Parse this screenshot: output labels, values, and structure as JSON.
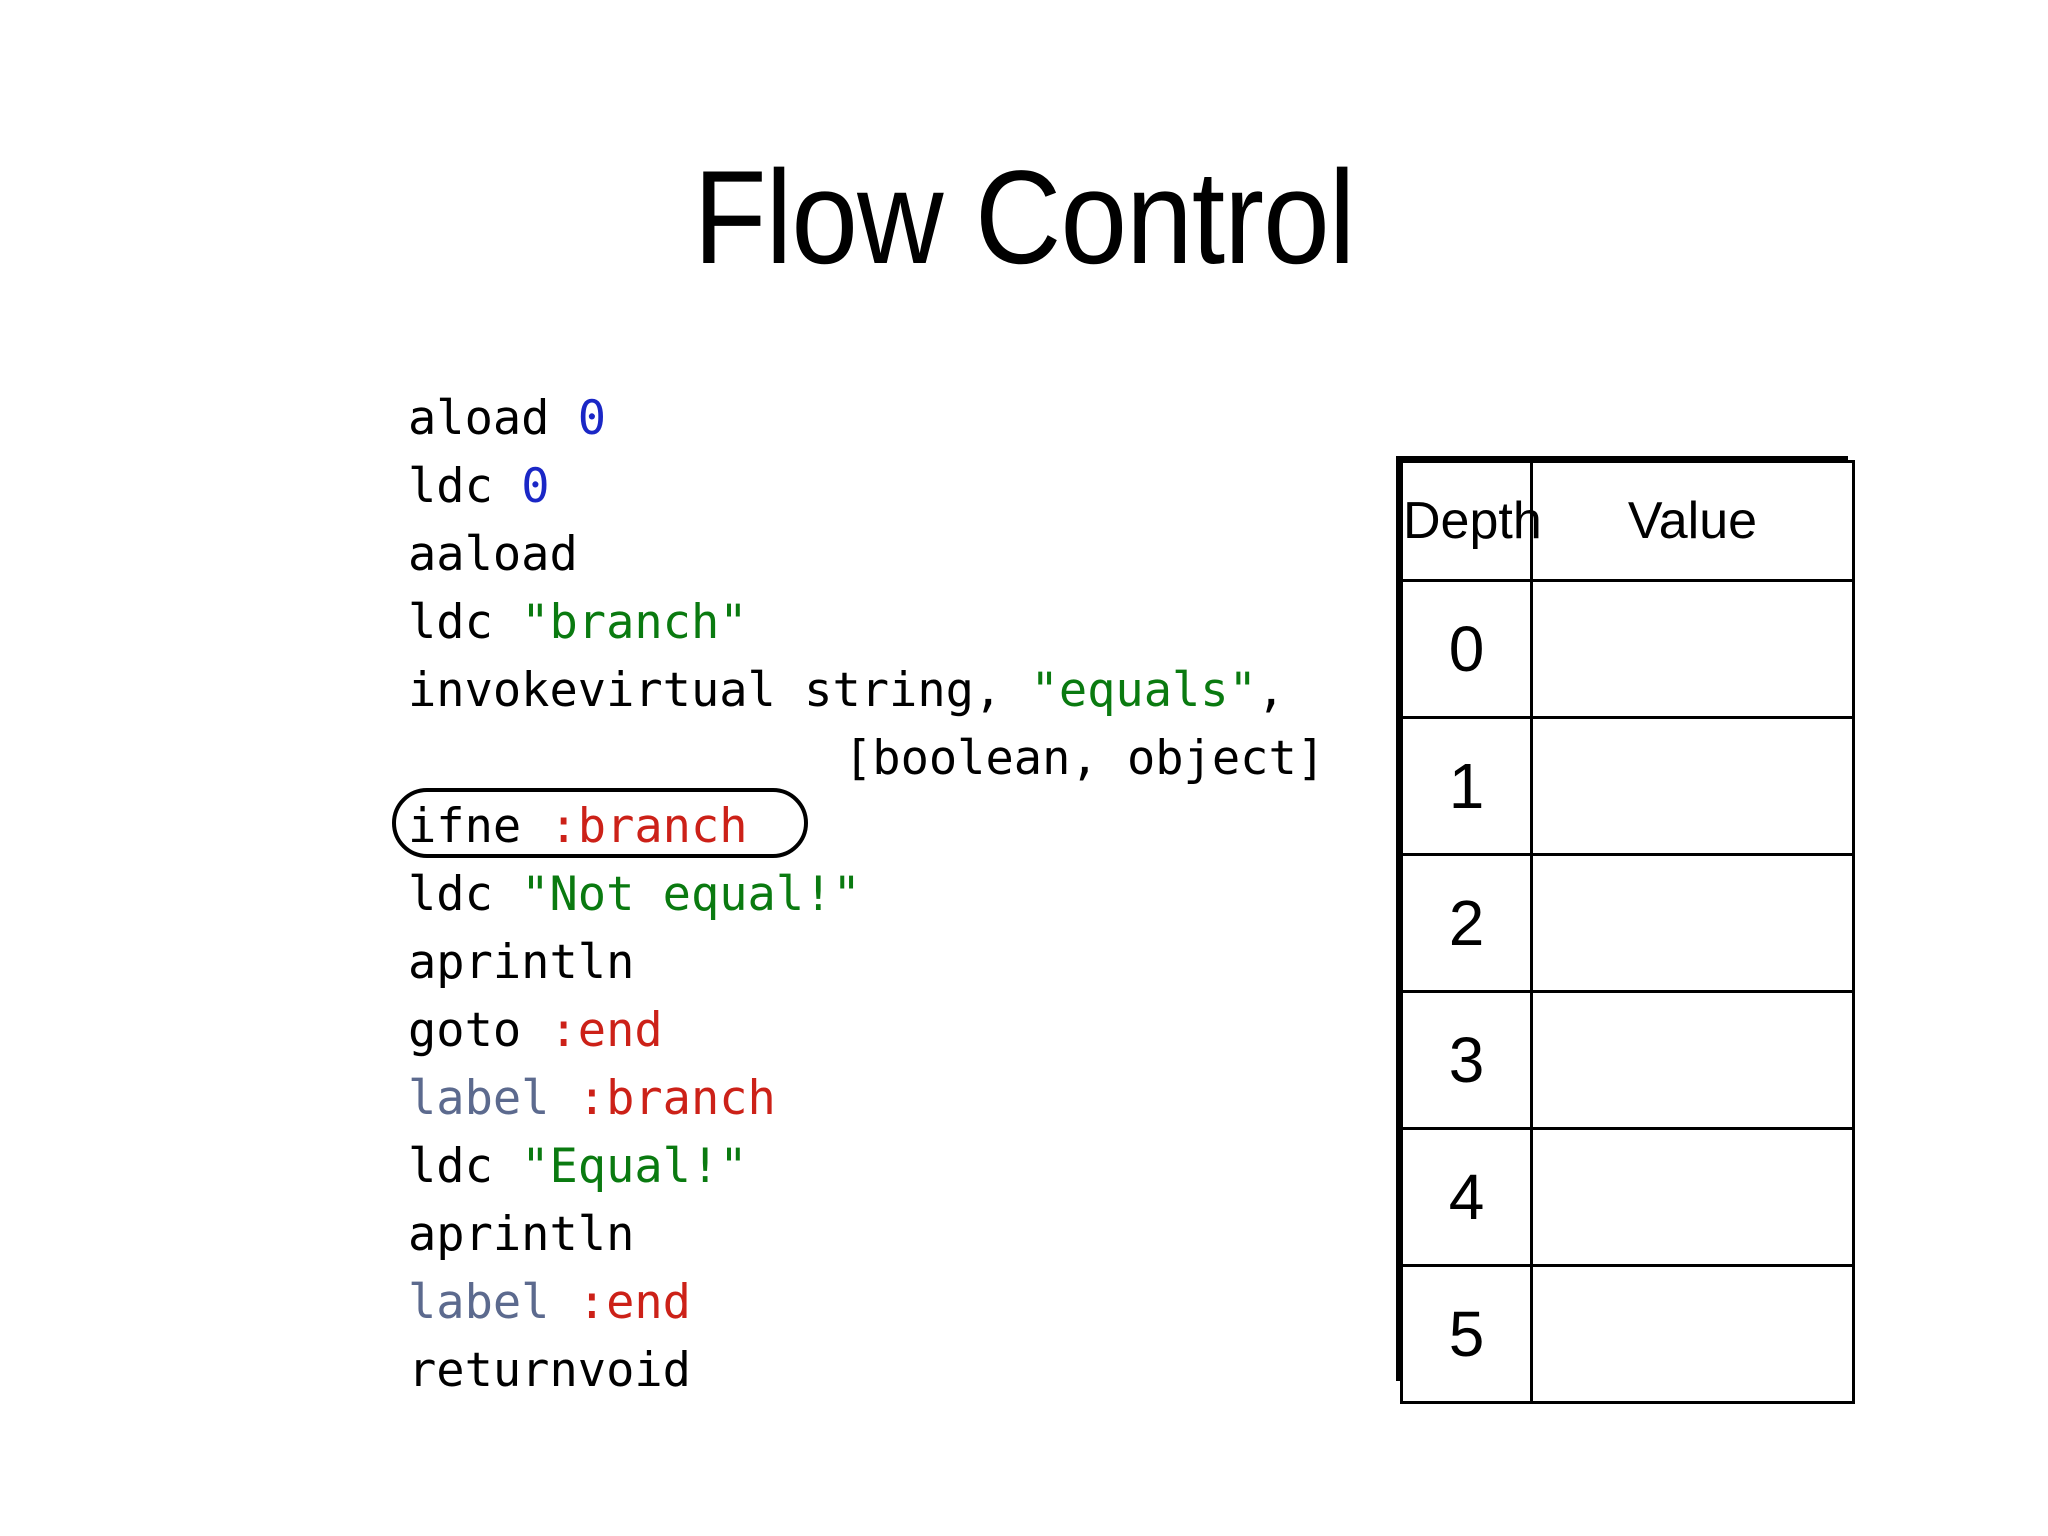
{
  "slide": {
    "title": "Flow Control",
    "background_color": "#ffffff"
  },
  "colors": {
    "number": "#1a27c6",
    "string": "#0a7a10",
    "label_ref": "#cc2118",
    "keyword": "#5c6a8e",
    "text": "#000000",
    "rule": "#000000"
  },
  "code": {
    "language": "jasmin-like-bytecode",
    "highlighted_line_index": 6,
    "lines": [
      {
        "id": "line-aload-0",
        "indent": false,
        "highlight": false,
        "tokens": [
          {
            "t": "aload ",
            "k": "plain"
          },
          {
            "t": "0",
            "k": "num"
          }
        ]
      },
      {
        "id": "line-ldc-0",
        "indent": false,
        "highlight": false,
        "tokens": [
          {
            "t": "ldc ",
            "k": "plain"
          },
          {
            "t": "0",
            "k": "num"
          }
        ]
      },
      {
        "id": "line-aaload",
        "indent": false,
        "highlight": false,
        "tokens": [
          {
            "t": "aaload",
            "k": "plain"
          }
        ]
      },
      {
        "id": "line-ldc-branch",
        "indent": false,
        "highlight": false,
        "tokens": [
          {
            "t": "ldc ",
            "k": "plain"
          },
          {
            "t": "\"branch\"",
            "k": "str"
          }
        ]
      },
      {
        "id": "line-invokevirtual",
        "indent": false,
        "highlight": false,
        "tokens": [
          {
            "t": "invokevirtual string, ",
            "k": "plain"
          },
          {
            "t": "\"equals\"",
            "k": "str"
          },
          {
            "t": ",",
            "k": "plain"
          }
        ]
      },
      {
        "id": "line-signature",
        "indent": true,
        "highlight": false,
        "tokens": [
          {
            "t": "[boolean, object]",
            "k": "plain"
          }
        ]
      },
      {
        "id": "line-ifne-branch",
        "indent": false,
        "highlight": true,
        "tokens": [
          {
            "t": "ifne ",
            "k": "plain"
          },
          {
            "t": ":branch",
            "k": "lbl"
          }
        ]
      },
      {
        "id": "line-ldc-not-equal",
        "indent": false,
        "highlight": false,
        "tokens": [
          {
            "t": "ldc ",
            "k": "plain"
          },
          {
            "t": "\"Not equal!\"",
            "k": "str"
          }
        ]
      },
      {
        "id": "line-aprintln-1",
        "indent": false,
        "highlight": false,
        "tokens": [
          {
            "t": "aprintln",
            "k": "plain"
          }
        ]
      },
      {
        "id": "line-goto-end",
        "indent": false,
        "highlight": false,
        "tokens": [
          {
            "t": "goto ",
            "k": "plain"
          },
          {
            "t": ":end",
            "k": "lbl"
          }
        ]
      },
      {
        "id": "line-label-branch",
        "indent": false,
        "highlight": false,
        "tokens": [
          {
            "t": "label",
            "k": "kw"
          },
          {
            "t": " ",
            "k": "plain"
          },
          {
            "t": ":branch",
            "k": "lbl"
          }
        ]
      },
      {
        "id": "line-ldc-equal",
        "indent": false,
        "highlight": false,
        "tokens": [
          {
            "t": "ldc ",
            "k": "plain"
          },
          {
            "t": "\"Equal!\"",
            "k": "str"
          }
        ]
      },
      {
        "id": "line-aprintln-2",
        "indent": false,
        "highlight": false,
        "tokens": [
          {
            "t": "aprintln",
            "k": "plain"
          }
        ]
      },
      {
        "id": "line-label-end",
        "indent": false,
        "highlight": false,
        "tokens": [
          {
            "t": "label",
            "k": "kw"
          },
          {
            "t": " ",
            "k": "plain"
          },
          {
            "t": ":end",
            "k": "lbl"
          }
        ]
      },
      {
        "id": "line-returnvoid",
        "indent": false,
        "highlight": false,
        "tokens": [
          {
            "t": "returnvoid",
            "k": "plain"
          }
        ]
      }
    ]
  },
  "stack_table": {
    "headers": [
      "Depth",
      "Value"
    ],
    "rows": [
      {
        "depth": "0",
        "value": ""
      },
      {
        "depth": "1",
        "value": ""
      },
      {
        "depth": "2",
        "value": ""
      },
      {
        "depth": "3",
        "value": ""
      },
      {
        "depth": "4",
        "value": ""
      },
      {
        "depth": "5",
        "value": ""
      }
    ]
  }
}
